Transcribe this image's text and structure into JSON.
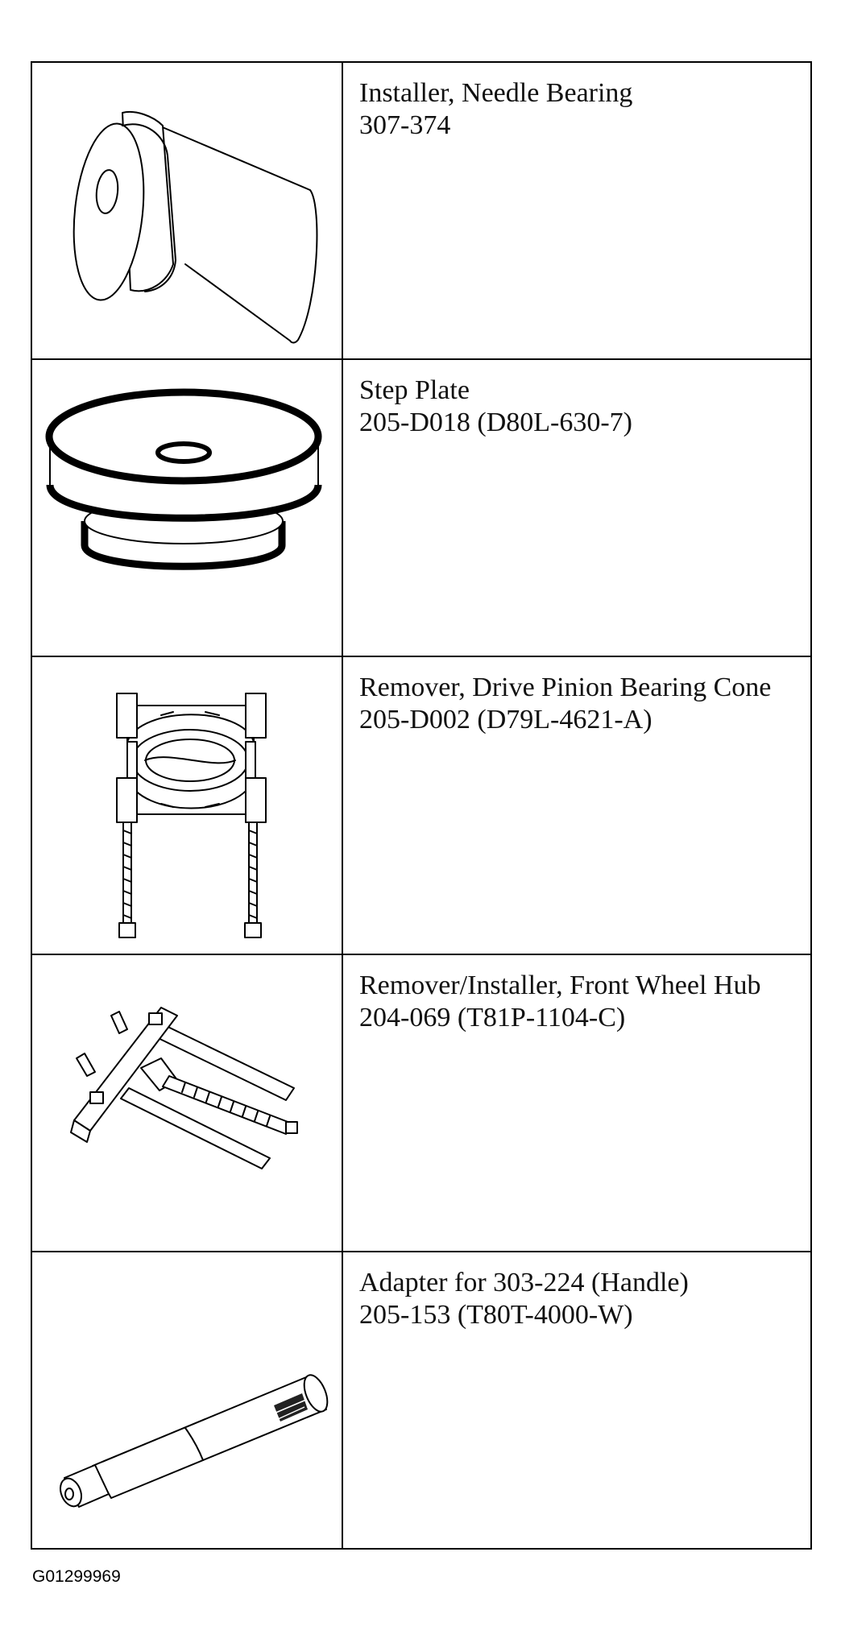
{
  "tools": [
    {
      "name": "Installer, Needle Bearing",
      "number": "307-374",
      "icon": "needle-bearing-installer-icon"
    },
    {
      "name": "Step Plate",
      "number": "205-D018 (D80L-630-7)",
      "icon": "step-plate-icon"
    },
    {
      "name": "Remover, Drive Pinion Bearing Cone",
      "number": "205-D002 (D79L-4621-A)",
      "icon": "bearing-cone-remover-icon"
    },
    {
      "name": "Remover/Installer, Front Wheel Hub",
      "number": "204-069 (T81P-1104-C)",
      "icon": "wheel-hub-remover-icon"
    },
    {
      "name": "Adapter for 303-224 (Handle)",
      "number": "205-153 (T80T-4000-W)",
      "icon": "handle-adapter-icon"
    }
  ],
  "figure_id": "G01299969"
}
